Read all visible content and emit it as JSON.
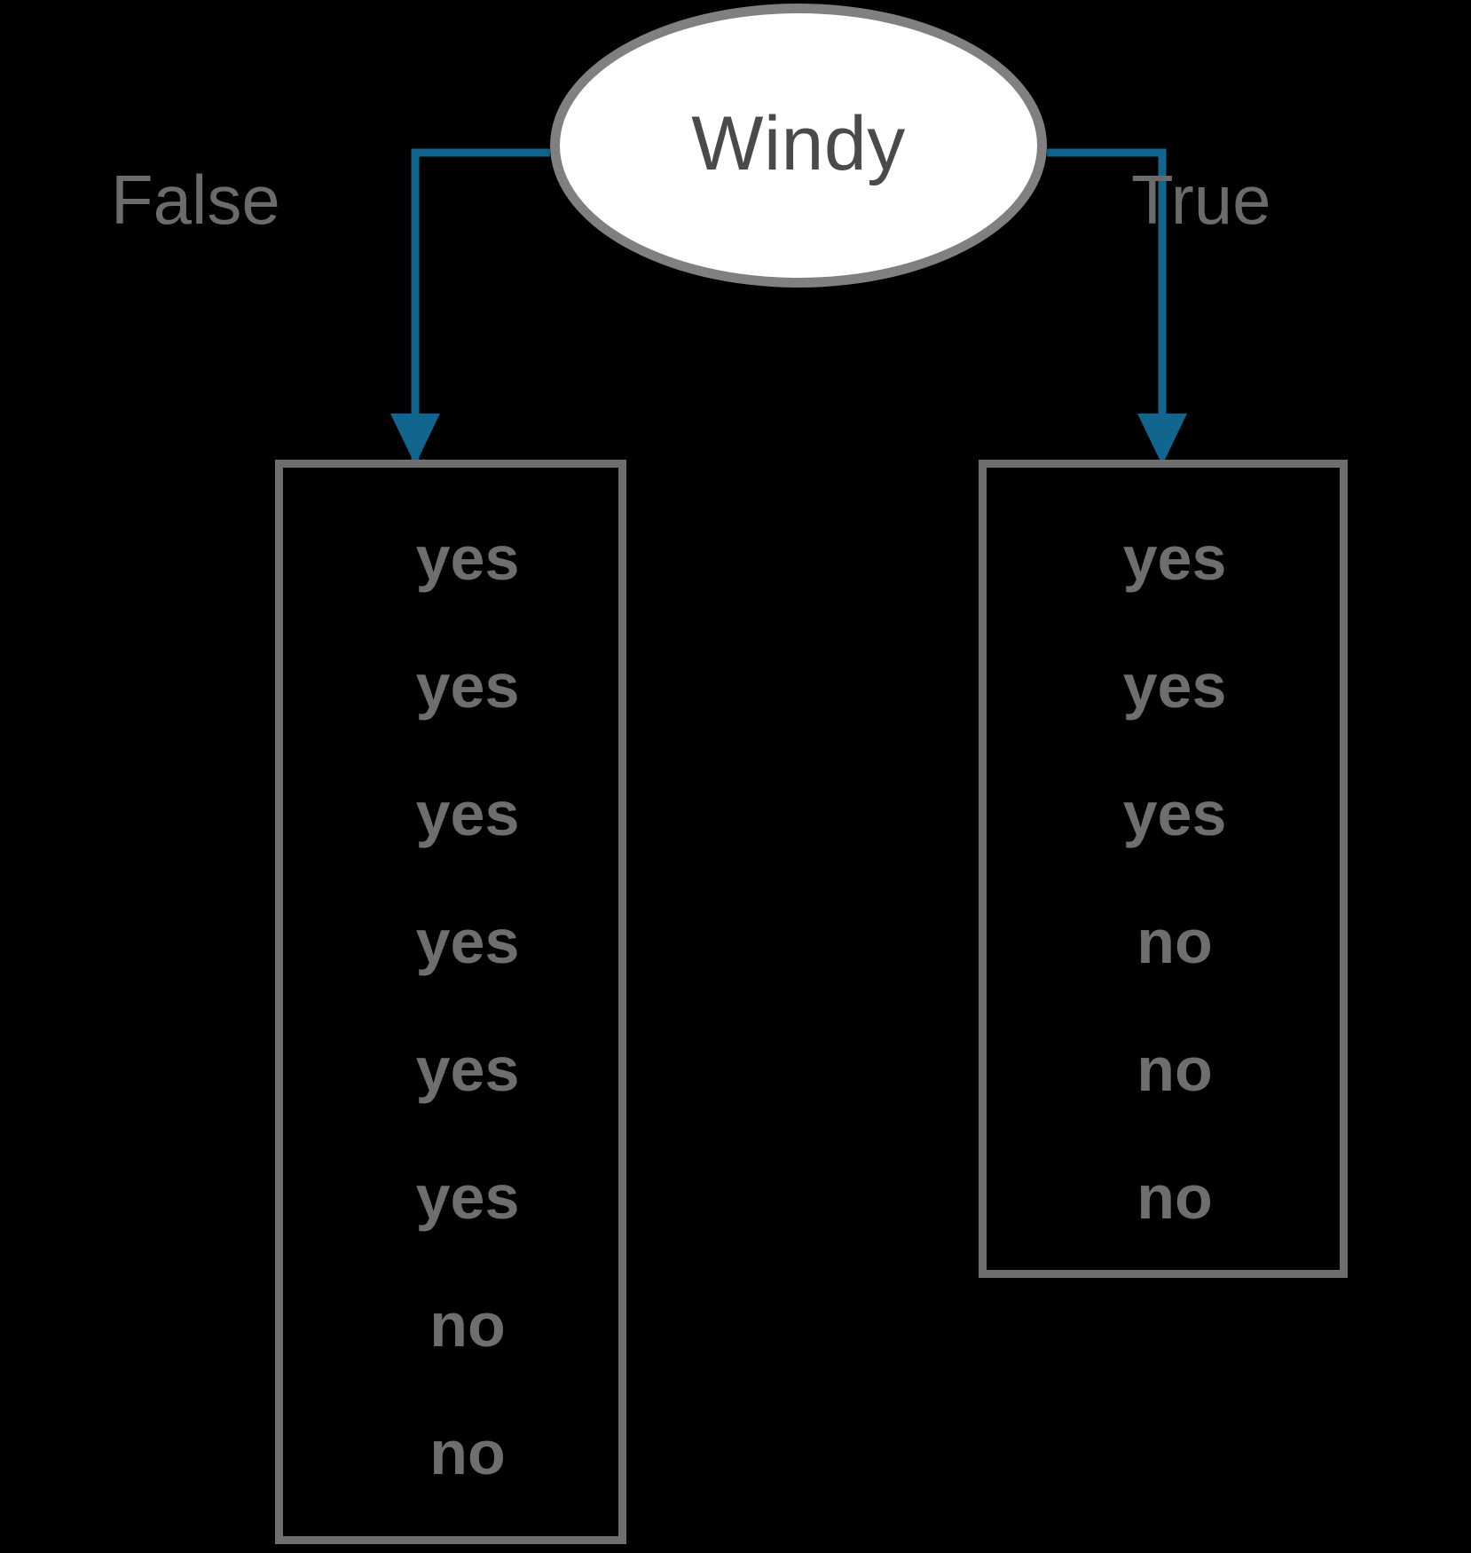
{
  "diagram": {
    "type": "decision-tree-split",
    "root": {
      "label": "Windy",
      "shape": "ellipse"
    },
    "branches": [
      {
        "label": "False",
        "side": "left",
        "leaf": {
          "items": [
            "yes",
            "yes",
            "yes",
            "yes",
            "yes",
            "yes",
            "no",
            "no"
          ],
          "counts": {
            "yes": 6,
            "no": 2,
            "total": 8
          }
        }
      },
      {
        "label": "True",
        "side": "right",
        "leaf": {
          "items": [
            "yes",
            "yes",
            "yes",
            "no",
            "no",
            "no"
          ],
          "counts": {
            "yes": 3,
            "no": 3,
            "total": 6
          }
        }
      }
    ],
    "colors": {
      "background": "#000000",
      "node_fill": "#ffffff",
      "node_border": "#808080",
      "node_text": "#4a4a4a",
      "edge": "#11658f",
      "box_border": "#6e6e6e",
      "leaf_text": "#6e6e6e",
      "branch_label_text": "#6b6b6b"
    }
  }
}
